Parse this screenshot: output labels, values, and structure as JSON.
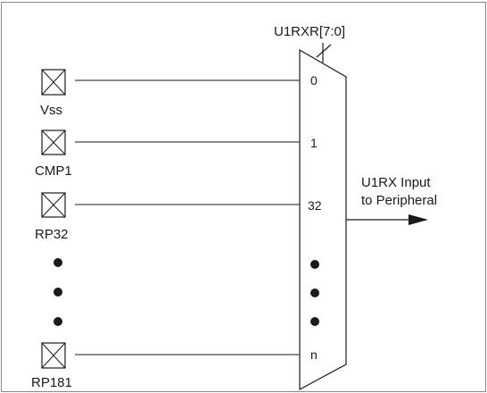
{
  "select_label": "U1RXR[7:0]",
  "output_label": {
    "line1": "U1RX Input",
    "line2": "to Peripheral"
  },
  "pins": [
    {
      "label": "Vss",
      "mux_input": "0"
    },
    {
      "label": "CMP1",
      "mux_input": "1"
    },
    {
      "label": "RP32",
      "mux_input": "32"
    },
    {
      "label": "RP181",
      "mux_input": "n"
    }
  ],
  "colors": {
    "line": "#1a1a1a",
    "text": "#1a1a1a",
    "background": "#ffffff"
  }
}
